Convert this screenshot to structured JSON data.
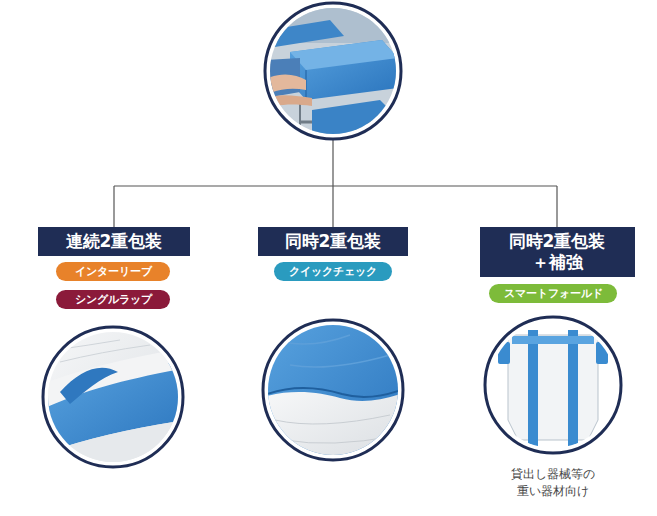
{
  "diagram": {
    "nodes": [
      {
        "text": [
          "連続2重包装"
        ]
      },
      {
        "text": [
          "同時2重包装"
        ]
      },
      {
        "text": [
          "同時2重包装 ＋補強"
        ]
      },
      {
        "text": [
          "インターリーブ"
        ]
      },
      {
        "text": [
          "クイックチェック"
        ]
      },
      {
        "text": [
          "スマートフォールド"
        ]
      },
      {
        "text": [
          "シングルラップ"
        ]
      }
    ],
    "labels": [
      "貸出し器械等の 重い器材向け"
    ]
  }
}
